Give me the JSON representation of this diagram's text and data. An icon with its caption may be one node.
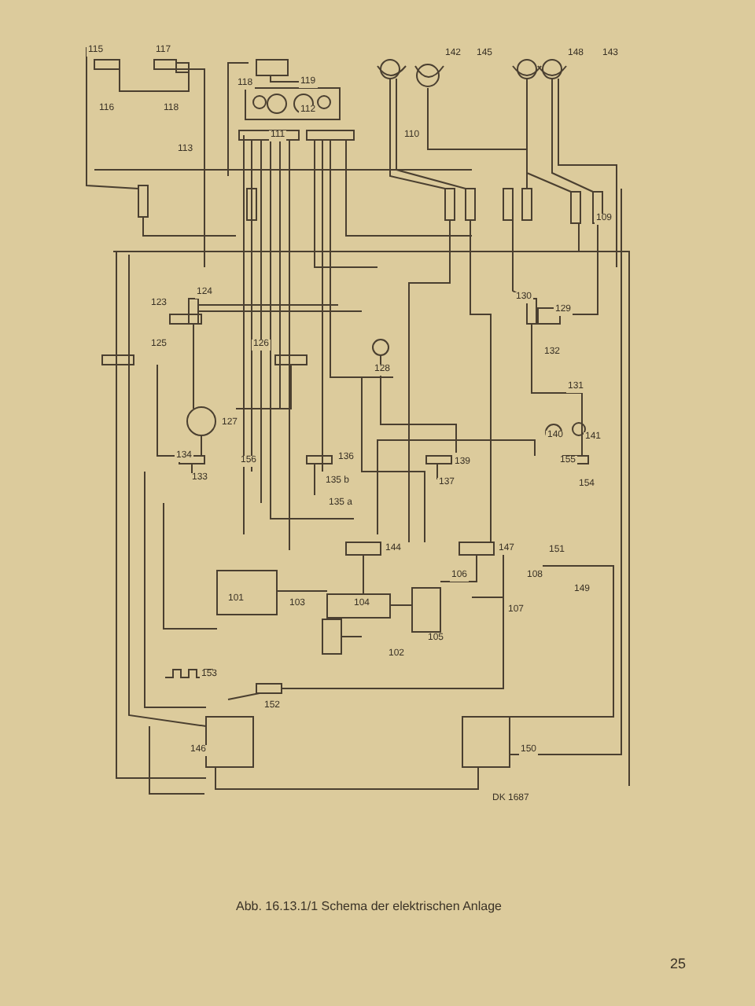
{
  "diagram": {
    "caption": "Abb. 16.13.1/1 Schema der elektrischen Anlage",
    "labels": [
      "115",
      "117",
      "118",
      "119",
      "142",
      "145",
      "148",
      "143",
      "116",
      "118",
      "112",
      "111",
      "110",
      "113",
      "109",
      "123",
      "124",
      "125",
      "126",
      "128",
      "130",
      "129",
      "132",
      "131",
      "127",
      "134",
      "156",
      "136",
      "135 b",
      "135 a",
      "139",
      "137",
      "140",
      "141",
      "155",
      "154",
      "133",
      "144",
      "147",
      "151",
      "149",
      "101",
      "103",
      "104",
      "106",
      "108",
      "107",
      "105",
      "102",
      "153",
      "152",
      "146",
      "150",
      "DK 1687",
      "25"
    ]
  }
}
